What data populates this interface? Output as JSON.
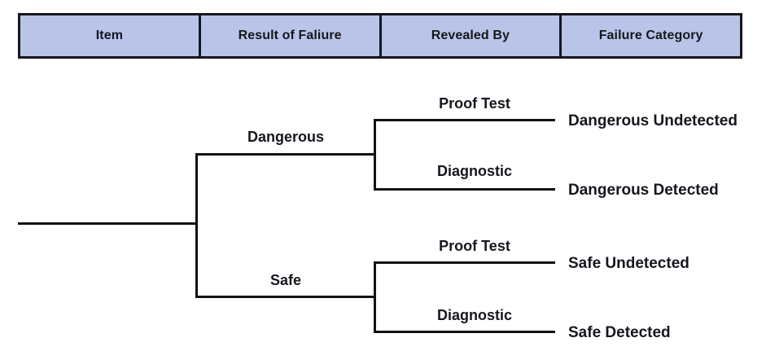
{
  "header": {
    "columns": [
      {
        "label": "Item"
      },
      {
        "label": "Result of Faliure"
      },
      {
        "label": "Revealed By"
      },
      {
        "label": "Failure Category"
      }
    ]
  },
  "tree": {
    "branches": {
      "dangerous": "Dangerous",
      "safe": "Safe",
      "dangerous_proof_test": "Proof Test",
      "dangerous_diagnostic": "Diagnostic",
      "safe_proof_test": "Proof Test",
      "safe_diagnostic": "Diagnostic"
    },
    "leaves": {
      "dangerous_undetected": "Dangerous Undetected",
      "dangerous_detected": "Dangerous Detected",
      "safe_undetected": "Safe Undetected",
      "safe_detected": "Safe Detected"
    }
  },
  "colors": {
    "header_fill": "#b9c4e8",
    "border": "#15171e",
    "line": "#121212",
    "text": "#15171e",
    "background": "#ffffff"
  }
}
